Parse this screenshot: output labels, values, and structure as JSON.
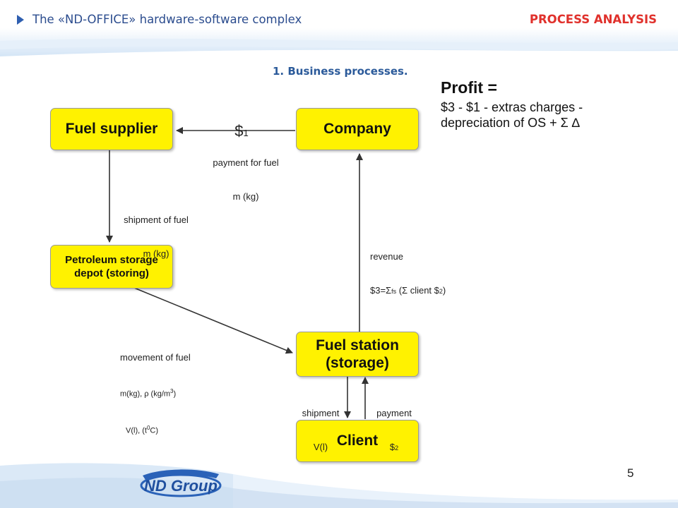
{
  "header": {
    "title": "The «ND-OFFICE» hardware-software complex",
    "section": "PROCESS ANALYSIS"
  },
  "subtitle": "1. Business processes.",
  "profit": {
    "title": "Profit =",
    "line1": "$3 -  $1 - extras charges -",
    "line2": "depreciation of OS + Σ ∆"
  },
  "nodes": {
    "fuel_supplier": "Fuel supplier",
    "company": "Company",
    "depot_line1": "Petroleum storage",
    "depot_line2": "depot (storing)",
    "station_line1": "Fuel station",
    "station_line2": "(storage)",
    "client": "Client"
  },
  "edges": {
    "payment_symbol": "$",
    "payment_sub": "1",
    "payment_line1": "payment for fuel",
    "payment_line2": "m (kg)",
    "shipment_line1": "shipment of fuel",
    "shipment_line2": "m (kg)",
    "revenue_line1": "revenue",
    "revenue_pre": "$3=Σ",
    "revenue_sub": "fs",
    "revenue_post": " (Σ client $",
    "revenue_sub2": "2",
    "revenue_end": ")",
    "movement_line1": "movement of fuel",
    "movement_line2": "m(kg), ρ (kg/m",
    "movement_sup": "3",
    "movement_line2_end": ")",
    "movement_line3": "V(l), (t",
    "movement_sup2": "0",
    "movement_line3_end": "C)",
    "shipment2_line1": "shipment",
    "shipment2_line2": "V(l)",
    "payment2_line1": "payment",
    "payment2_line2": "$",
    "payment2_sub": "2"
  },
  "footer": {
    "logo_text": "ND Group",
    "page_number": "5"
  },
  "colors": {
    "node_fill": "#fff200",
    "header_blue": "#2b4c8e",
    "section_red": "#e0312c",
    "band_light": "#dbe9f7"
  }
}
